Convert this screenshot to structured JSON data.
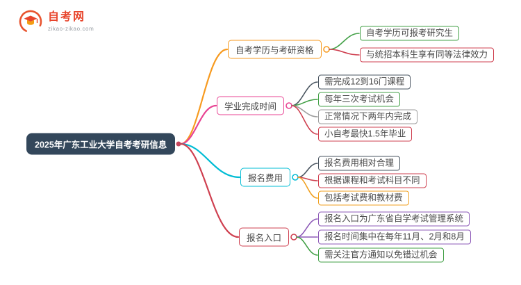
{
  "logo": {
    "title": "自考网",
    "subtitle": "zikao-zikao.com"
  },
  "central": {
    "label": "2025年广东工业大学自考考研信息",
    "bg": "#33475b",
    "text_color": "#ffffff"
  },
  "colors": {
    "center_dot": "#c5455c"
  },
  "branches": [
    {
      "label": "自考学历与考研资格",
      "color": "#f79a1f",
      "children": [
        {
          "label": "自考学历可报考研究生",
          "color": "#43a047"
        },
        {
          "label": "与统招本科生享有同等法律效力",
          "color": "#cf4050"
        }
      ]
    },
    {
      "label": "学业完成时间",
      "color": "#e84393",
      "children": [
        {
          "label": "需完成12到16门课程",
          "color": "#4a5560"
        },
        {
          "label": "每年三次考试机会",
          "color": "#43a047"
        },
        {
          "label": "正常情况下两年内完成",
          "color": "#9e9e9e"
        },
        {
          "label": "小自考最快1.5年毕业",
          "color": "#cf4050"
        }
      ]
    },
    {
      "label": "报名费用",
      "color": "#00bcd4",
      "children": [
        {
          "label": "报名费用相对合理",
          "color": "#4a5560"
        },
        {
          "label": "根据课程和考试科目不同",
          "color": "#cf4050"
        },
        {
          "label": "包括考试费和教材费",
          "color": "#f0a020"
        }
      ]
    },
    {
      "label": "报名入口",
      "color": "#cf4050",
      "children": [
        {
          "label": "报名入口为广东省自学考试管理系统",
          "color": "#8e5bb8"
        },
        {
          "label": "报名时间集中在每年11月、2月和8月",
          "color": "#8e5bb8"
        },
        {
          "label": "需关注官方通知以免错过机会",
          "color": "#43a047"
        }
      ]
    }
  ]
}
